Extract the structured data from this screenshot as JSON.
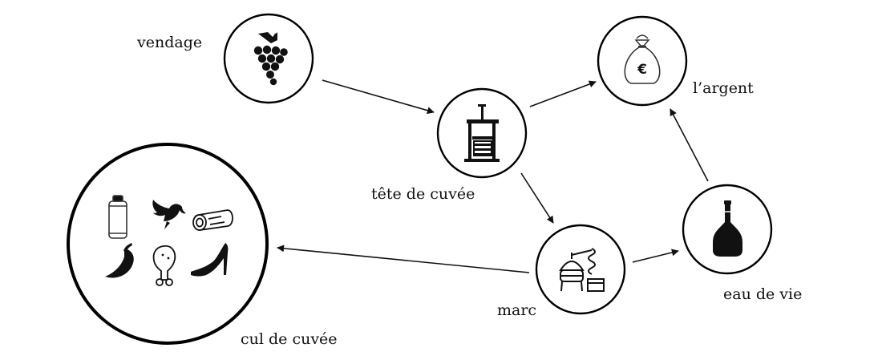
{
  "diagram": {
    "nodes": {
      "vendage": {
        "label": "vendage",
        "icon": "grapes-icon"
      },
      "tete": {
        "label": "tête de cuvée",
        "icon": "wine-press-icon"
      },
      "argent": {
        "label": "l’argent",
        "icon": "money-bag-icon",
        "icon_text": "€"
      },
      "marc": {
        "label": "marc",
        "icon": "distillery-still-icon"
      },
      "eaudevie": {
        "label": "eau de vie",
        "icon": "bottle-icon"
      },
      "cul": {
        "label": "cul de cuvée",
        "icons": [
          "can-icon",
          "bird-icon",
          "log-icon",
          "chili-pepper-icon",
          "chicken-leg-icon",
          "high-heel-icon"
        ]
      }
    },
    "edges": [
      {
        "from": "vendage",
        "to": "tete"
      },
      {
        "from": "tete",
        "to": "argent"
      },
      {
        "from": "tete",
        "to": "marc"
      },
      {
        "from": "marc",
        "to": "eaudevie"
      },
      {
        "from": "eaudevie",
        "to": "argent"
      },
      {
        "from": "marc",
        "to": "cul"
      }
    ],
    "colors": {
      "stroke": "#000000",
      "fill": "#111111",
      "background": "#ffffff"
    }
  }
}
